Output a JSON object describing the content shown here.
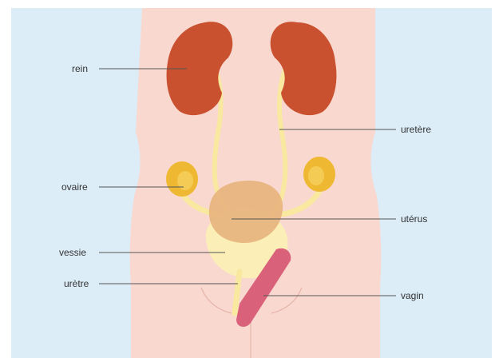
{
  "diagram": {
    "labels": {
      "rein": "rein",
      "uretere": "uretère",
      "ovaire": "ovaire",
      "uterus": "utérus",
      "vessie": "vessie",
      "uretre": "urètre",
      "vagin": "vagin"
    },
    "colors": {
      "background": "#dcedf8",
      "body": "#f9d8cf",
      "kidney": "#c9512f",
      "ureter": "#f8e8a0",
      "ovary": "#efb832",
      "uterus": "#e7b47e",
      "bladder": "#fbefb7",
      "vagina": "#d9617a",
      "leader_line": "#555555"
    }
  }
}
